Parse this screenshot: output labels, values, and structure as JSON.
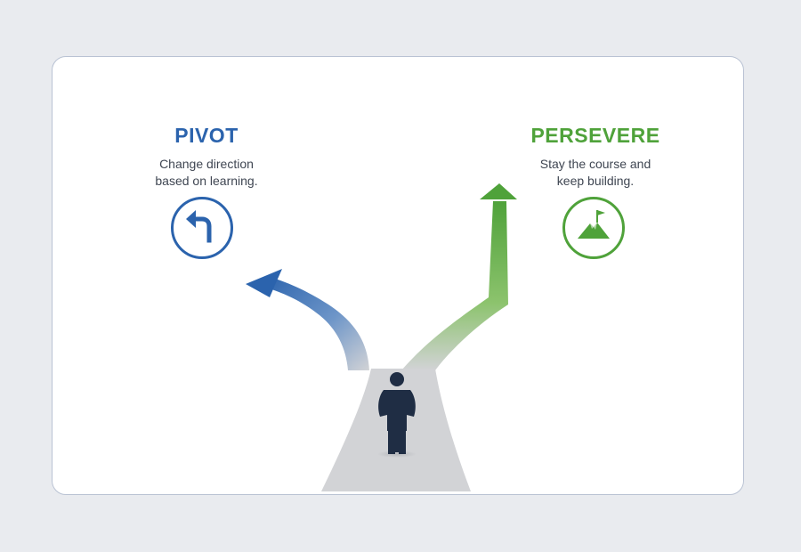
{
  "colors": {
    "pivot": "#2b63ad",
    "persevere": "#4fa23a",
    "figure": "#1f2d44",
    "road": "#d2d3d6"
  },
  "pivot": {
    "title": "PIVOT",
    "description": "Change direction based on learning.",
    "icon": "turn-left-arrow-icon"
  },
  "persevere": {
    "title": "PERSEVERE",
    "description": "Stay the course and keep building.",
    "icon": "mountain-flag-icon"
  }
}
